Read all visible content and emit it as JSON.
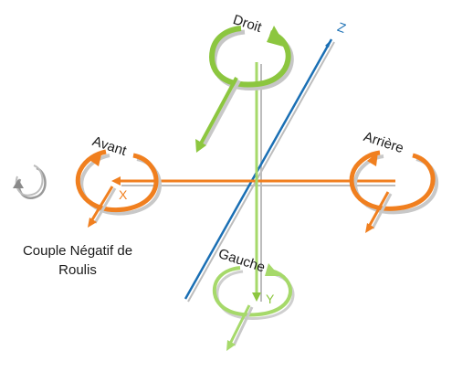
{
  "labels": {
    "droit": "Droit",
    "avant": "Avant",
    "arriere": "Arrière",
    "gauche": "Gauche"
  },
  "axes": {
    "x": "X",
    "y": "Y",
    "z": "Z"
  },
  "caption": {
    "line1": "Couple Négatif de",
    "line2": "Roulis"
  },
  "colors": {
    "green": "#8cc63f",
    "green_light": "#a6d96a",
    "orange": "#f07f1f",
    "blue": "#1a6fb4",
    "shadow": "#b8b8b8",
    "gray_icon": "#999999"
  }
}
